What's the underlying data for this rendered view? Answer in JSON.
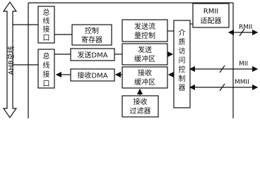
{
  "diagram": {
    "bus_label": "AHB总线",
    "blocks": {
      "bus_interface_top": [
        "总",
        "线",
        "接",
        "口"
      ],
      "bus_interface_bottom": [
        "总",
        "线",
        "接",
        "口"
      ],
      "control_register": [
        "控制",
        "寄存器"
      ],
      "tx_dma": "发送DMA",
      "rx_dma": "接收DMA",
      "tx_flow_control": [
        "发送流",
        "量控制"
      ],
      "tx_buffer": [
        "发送",
        "缓冲区"
      ],
      "rx_buffer": [
        "接收",
        "缓冲区"
      ],
      "rx_filter": [
        "接收",
        "过滤器"
      ],
      "mac": [
        "介",
        "质",
        "访",
        "问",
        "控",
        "制",
        "器"
      ],
      "rmii_adapter": [
        "RMII",
        "适配器"
      ]
    },
    "interfaces": {
      "rmii": "RMII",
      "mii": "MII",
      "mmii": "MMII"
    }
  }
}
